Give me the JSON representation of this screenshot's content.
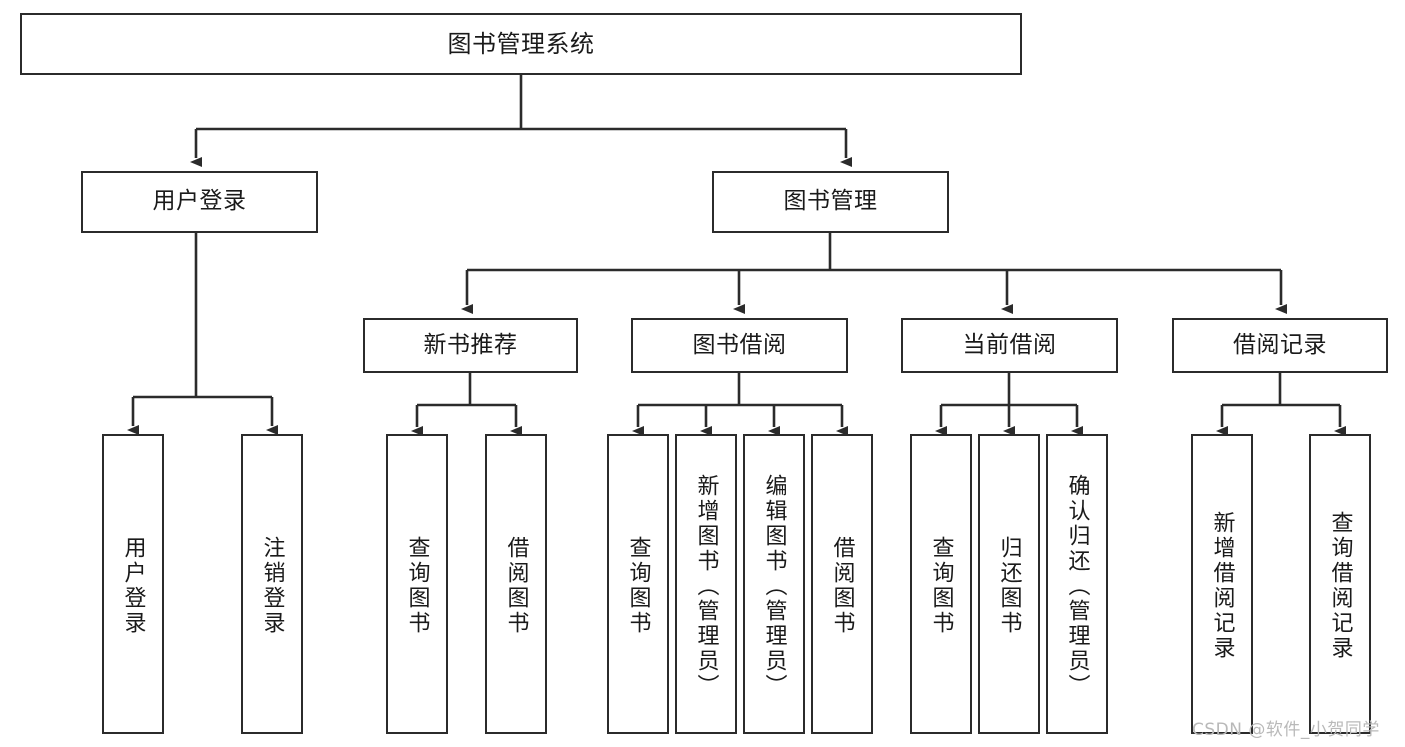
{
  "diagram": {
    "title": "图书管理系统",
    "watermark": "CSDN @软件_小贺同学",
    "colors": {
      "stroke": "#2b2b2b",
      "fill": "#ffffff",
      "text": "#1a1a1a",
      "watermark": "#b9b9b9"
    }
  },
  "nodes": {
    "root": {
      "label": "图书管理系统"
    },
    "level2": [
      {
        "label": "用户登录"
      },
      {
        "label": "图书管理"
      }
    ],
    "level3": [
      {
        "label": "新书推荐"
      },
      {
        "label": "图书借阅"
      },
      {
        "label": "当前借阅"
      },
      {
        "label": "借阅记录"
      }
    ],
    "leaves": {
      "user_login": [
        {
          "label": "用户登录"
        },
        {
          "label": "注销登录"
        }
      ],
      "new_book": [
        {
          "label": "查询图书"
        },
        {
          "label": "借阅图书"
        }
      ],
      "book_borrow": [
        {
          "label": "查询图书"
        },
        {
          "label": "新增图书（管理员）"
        },
        {
          "label": "编辑图书（管理员）"
        },
        {
          "label": "借阅图书"
        }
      ],
      "current_borrow": [
        {
          "label": "查询图书"
        },
        {
          "label": "归还图书"
        },
        {
          "label": "确认归还（管理员）"
        }
      ],
      "borrow_record": [
        {
          "label": "新增借阅记录"
        },
        {
          "label": "查询借阅记录"
        }
      ]
    }
  }
}
